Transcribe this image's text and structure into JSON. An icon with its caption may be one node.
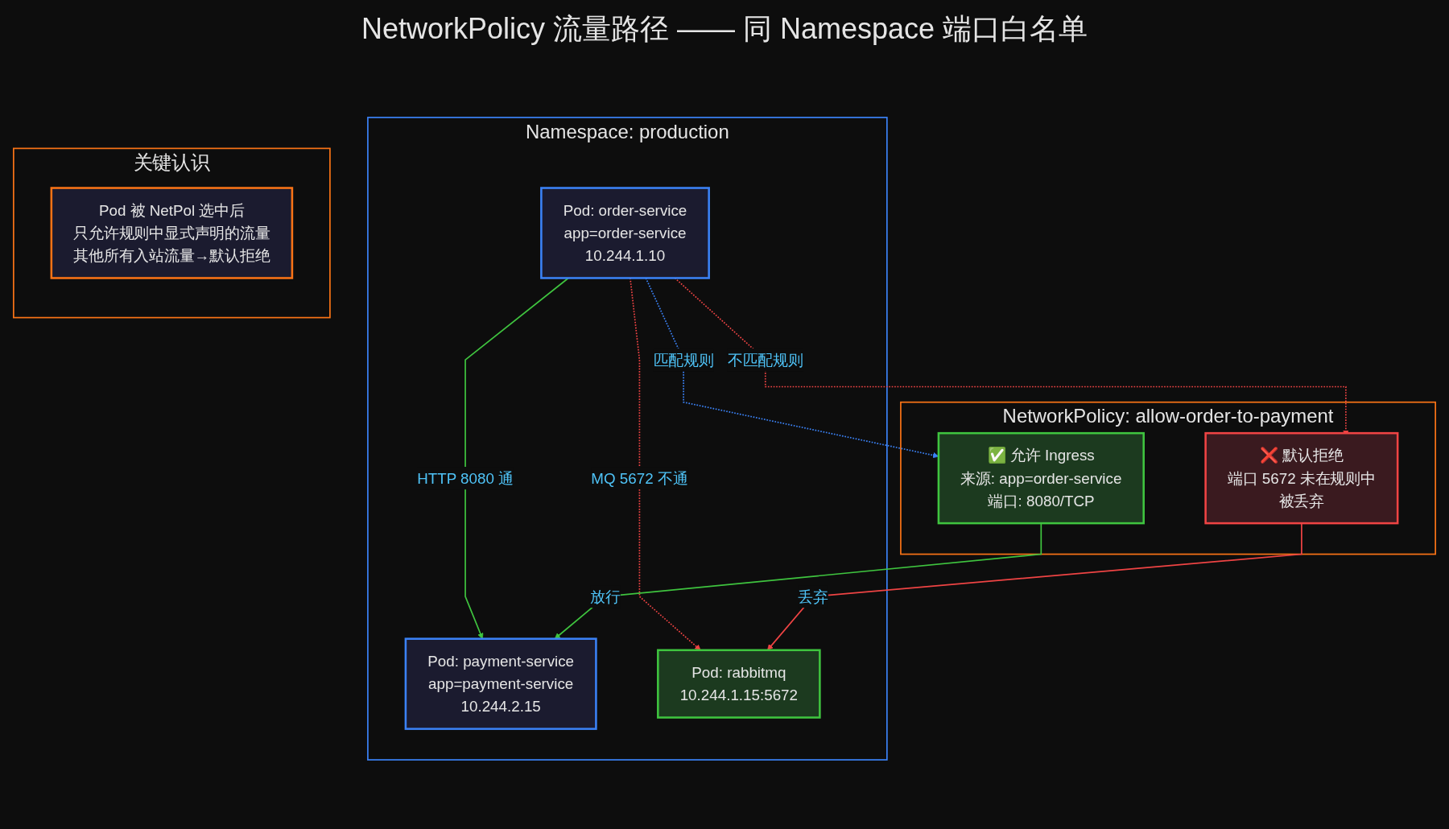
{
  "diagram": {
    "title": "NetworkPolicy 流量路径 —— 同 Namespace 端口白名单",
    "nodes": [
      {
        "text": [
          "Namespace: production"
        ]
      },
      {
        "text": [
          "Pod: order-service",
          "app=order-service",
          "10.244.1.10"
        ],
        "in": 0
      },
      {
        "text": [
          "关键认识"
        ]
      },
      {
        "text": [
          "Pod 被 NetPol 选中后",
          "只允许规则中显式声明的流量",
          "其他所有入站流量→默认拒绝"
        ],
        "in": 2
      },
      {
        "text": [
          "NetworkPolicy: allow-order-to-payment"
        ]
      },
      {
        "text": [
          "✅ 允许 Ingress",
          "来源: app=order-service",
          "端口: 8080/TCP"
        ],
        "in": 4
      },
      {
        "text": [
          "❌ 默认拒绝",
          "端口 5672 未在规则中",
          "被丢弃"
        ],
        "in": 4
      },
      {
        "text": [
          "Pod: payment-service",
          "app=payment-service",
          "10.244.2.15"
        ],
        "in": 0
      },
      {
        "text": [
          "Pod: rabbitmq",
          "10.244.1.15:5672"
        ],
        "in": 0
      }
    ],
    "edges": [
      {
        "from": 1,
        "to": 7,
        "arrow": "to",
        "label": "HTTP 8080 通",
        "color": "#3fc43f"
      },
      {
        "from": 1,
        "to": 8,
        "arrow": "to",
        "label": "MQ 5672 不通",
        "style": "dashed",
        "color": "#ef4444"
      },
      {
        "from": 1,
        "to": 5,
        "arrow": "to",
        "label": "匹配规则",
        "style": "dashed",
        "color": "#3b82f6"
      },
      {
        "from": 1,
        "to": 6,
        "arrow": "to",
        "label": "不匹配规则",
        "style": "dashed",
        "color": "#ef4444"
      },
      {
        "from": 5,
        "to": 7,
        "arrow": "to",
        "label": "放行",
        "color": "#3fc43f"
      },
      {
        "from": 6,
        "to": 8,
        "arrow": "to",
        "label": "丢弃",
        "color": "#ef4444"
      }
    ]
  }
}
